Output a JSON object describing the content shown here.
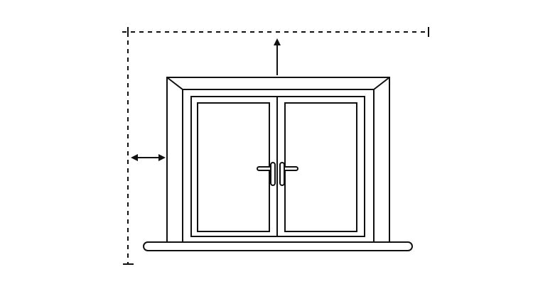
{
  "diagram": {
    "subject": "french-door-window-measurement",
    "background_color": "#ffffff",
    "line_color": "#111111",
    "icons": [
      "dimension-line-top",
      "dimension-line-left",
      "up-arrow-icon",
      "double-headed-arrow-icon",
      "door-handle-icon"
    ]
  }
}
